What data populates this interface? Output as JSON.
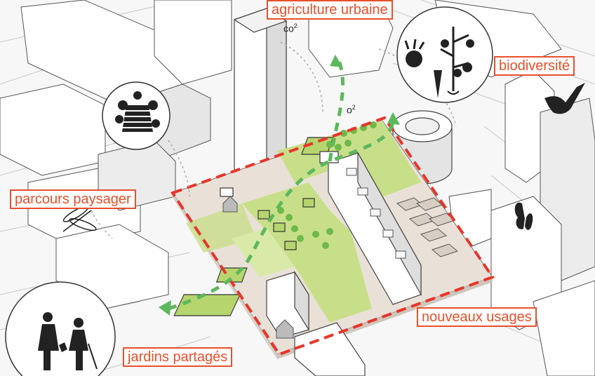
{
  "labels": {
    "agriculture": "agriculture urbaine",
    "biodiversite": "biodiversité",
    "parcours": "parcours paysager",
    "nouveaux": "nouveaux usages",
    "jardins": "jardins partagés"
  },
  "annotations": {
    "co2_top": "co",
    "co2_top_sup": "2",
    "o2_mid": "o",
    "o2_mid_sup": "2"
  },
  "icons": {
    "agriculture": "vegetables-icon",
    "biodiversite": "bird-icon",
    "parcours": "dragonfly-icon",
    "insect_hotel": "insect-hotel-icon",
    "nouveaux": "house-icon",
    "jardins": "gardeners-icon",
    "butterfly": "butterfly-icon"
  },
  "colors": {
    "accent": "#e8502a",
    "green_area": "#c8df8a",
    "green_path": "#5cb85c",
    "outline": "#333333"
  }
}
